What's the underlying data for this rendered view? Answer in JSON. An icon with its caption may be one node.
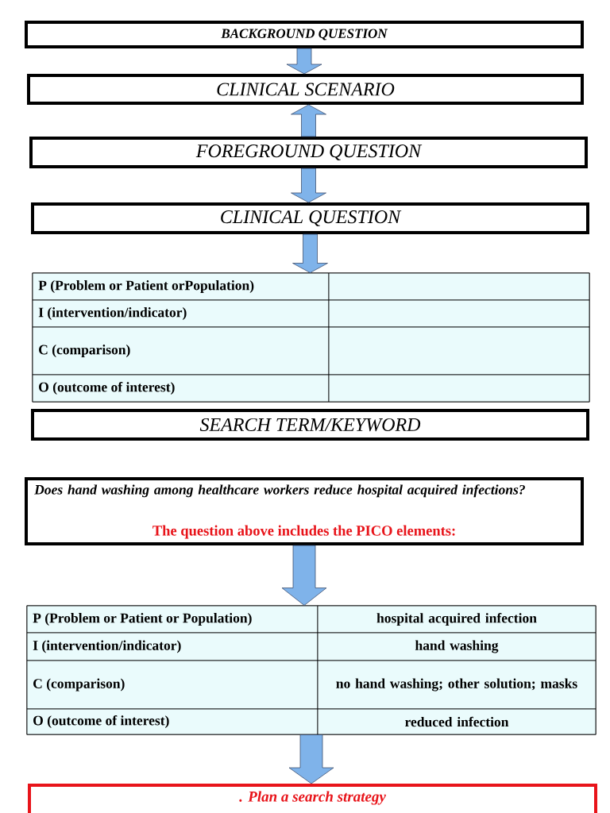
{
  "diagram": {
    "nodes": [
      {
        "text": [
          "BACKGROUND QUESTION"
        ]
      },
      {
        "text": [
          "CLINICAL SCENARIO"
        ]
      },
      {
        "text": [
          "FOREGROUND QUESTION"
        ]
      },
      {
        "text": [
          "CLINICAL QUESTION"
        ]
      },
      {
        "text": [
          "P (Problem or Patient orPopulation)",
          "I (intervention/indicator)",
          "C (comparison)",
          "O (outcome of interest)"
        ]
      },
      {
        "text": [
          "SEARCH TERM/KEYWORD"
        ]
      },
      {
        "text": [
          "Does hand washing among healthcare workers reduce hospital acquired infections?",
          "The question above includes the PICO elements:"
        ]
      },
      {
        "text": [
          "P (Problem or Patient or Population)",
          "hospital acquired infection",
          "I (intervention/indicator)",
          "hand washing",
          "C (comparison)",
          "no hand washing; other solution; masks",
          "O (outcome of interest)",
          "reduced infection"
        ]
      },
      {
        "text": [
          ". Plan a search strategy"
        ]
      }
    ],
    "edges": [
      {
        "from": 0,
        "to": 1,
        "arrow": "to"
      },
      {
        "from": 2,
        "to": 1,
        "arrow": "to"
      },
      {
        "from": 2,
        "to": 3,
        "arrow": "to"
      },
      {
        "from": 3,
        "to": 4,
        "arrow": "to"
      },
      {
        "from": 6,
        "to": 7,
        "arrow": "to"
      },
      {
        "from": 7,
        "to": 8,
        "arrow": "to"
      }
    ]
  }
}
